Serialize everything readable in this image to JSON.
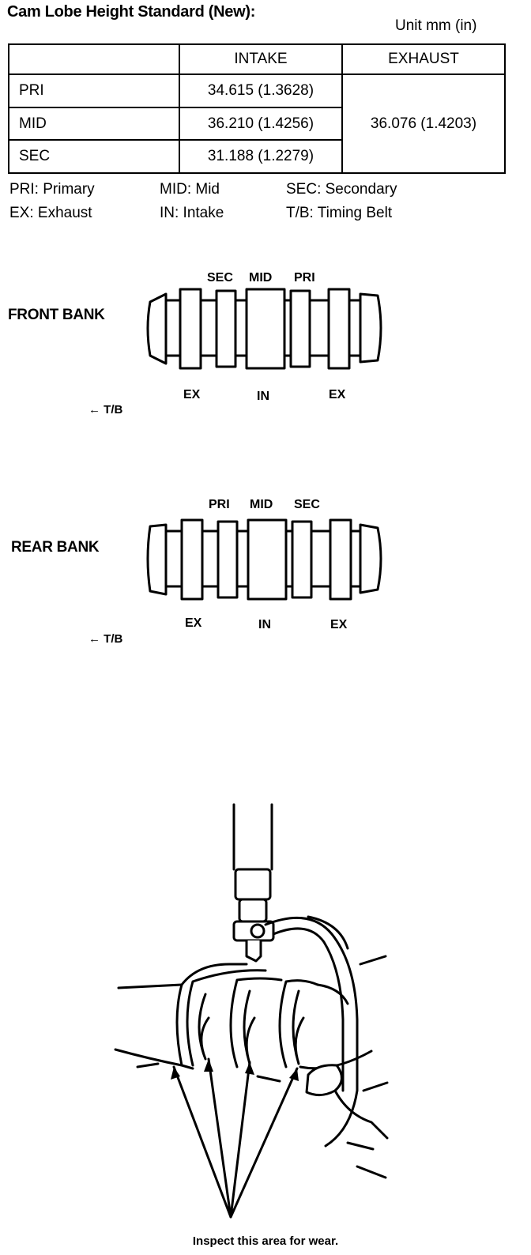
{
  "title": "Cam Lobe Height Standard (New):",
  "unit": "Unit mm (in)",
  "table": {
    "headers": [
      "",
      "INTAKE",
      "EXHAUST"
    ],
    "rows": [
      {
        "label": "PRI",
        "intake": "34.615 (1.3628)"
      },
      {
        "label": "MID",
        "intake": "36.210 (1.4256)"
      },
      {
        "label": "SEC",
        "intake": "31.188 (1.2279)"
      }
    ],
    "exhaust": "36.076 (1.4203)"
  },
  "legend": [
    [
      "PRI: Primary",
      "MID: Mid",
      "SEC: Secondary"
    ],
    [
      "EX: Exhaust",
      "IN: Intake",
      "T/B: Timing Belt"
    ]
  ],
  "front_bank": {
    "label": "FRONT BANK",
    "top_labels": [
      "SEC",
      "MID",
      "PRI"
    ],
    "bottom_labels": [
      "EX",
      "IN",
      "EX"
    ],
    "tb": "← T/B"
  },
  "rear_bank": {
    "label": "REAR BANK",
    "top_labels": [
      "PRI",
      "MID",
      "SEC"
    ],
    "bottom_labels": [
      "EX",
      "IN",
      "EX"
    ],
    "tb": "← T/B"
  },
  "caption": "Inspect this area for wear."
}
